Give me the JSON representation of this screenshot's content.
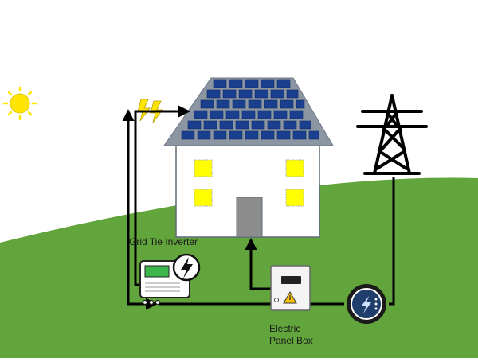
{
  "labels": {
    "inverter": "Grid Tie Inverter",
    "panel_box_line1": "Electric",
    "panel_box_line2": "Panel Box"
  },
  "colors": {
    "sky": "#ffffff",
    "grass": "#62a53c",
    "sun": "#ffe600",
    "bolt": "#ffe600",
    "house_wall": "#ffffff",
    "house_outline": "#5f6b7a",
    "roof": "#8c96a3",
    "solar_panel": "#1b3f8f",
    "window": "#ffff00",
    "door": "#8d8d8d",
    "wire": "#000000",
    "inverter_screen": "#3cb54a",
    "meter_body": "#1a1a1a",
    "meter_face": "#1f3e6b",
    "warning": "#f4c20d"
  },
  "icons": [
    "sun-icon",
    "lightning-bolt-icon",
    "transmission-tower-icon",
    "inverter-icon",
    "electric-meter-icon",
    "warning-icon"
  ]
}
